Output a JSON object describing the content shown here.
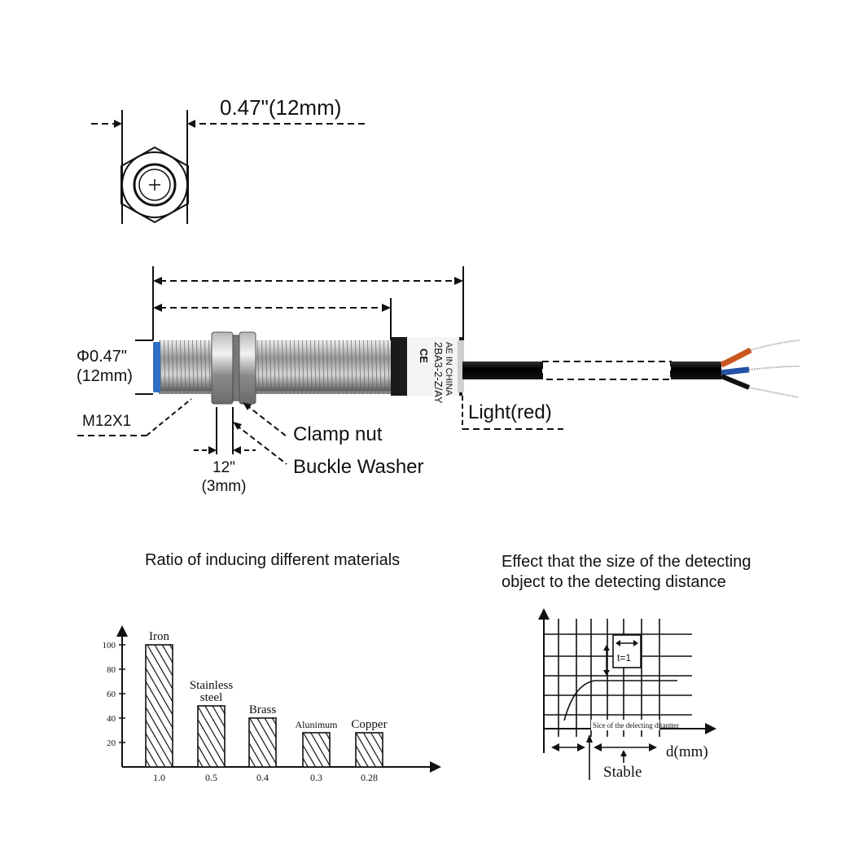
{
  "top_view": {
    "dimension": "0.47\"(12mm)"
  },
  "side_view": {
    "diameter_line1": "Φ0.47\"",
    "diameter_line2": "(12mm)",
    "thread": "M12X1",
    "clamp_nut": "Clamp nut",
    "buckle_washer": "Buckle Washer",
    "washer_width_line1": "12\"",
    "washer_width_line2": "(3mm)",
    "light": "Light(red)",
    "product_mark": "CE",
    "product_text1": "2BA3-2-Z/AY",
    "product_text2": "AE IN CHINA"
  },
  "materials_chart": {
    "heading": "Ratio of inducing different materials",
    "chart_data": {
      "type": "bar",
      "categories": [
        "Iron",
        "Stainless steel",
        "Brass",
        "Alunimum",
        "Copper"
      ],
      "category_label_lines": [
        [
          "Iron"
        ],
        [
          "Stainless",
          "steel"
        ],
        [
          "Brass"
        ],
        [
          "Alunimum"
        ],
        [
          "Copper"
        ]
      ],
      "values": [
        100,
        50,
        40,
        28,
        28
      ],
      "ratios": [
        "1.0",
        "0.5",
        "0.4",
        "0.3",
        "0.28"
      ],
      "yticks": [
        100,
        80,
        60,
        40,
        20
      ],
      "ylim": [
        0,
        112
      ],
      "fill": "hatched"
    }
  },
  "distance_chart": {
    "heading_line1": "Effect that the size of the detecting",
    "heading_line2": "object to the detecting distance",
    "inset_label": "t=1",
    "curve_caption": "Sice of the delecting ditantter",
    "xlabel": "d(mm)",
    "stable_label": "Stable"
  }
}
